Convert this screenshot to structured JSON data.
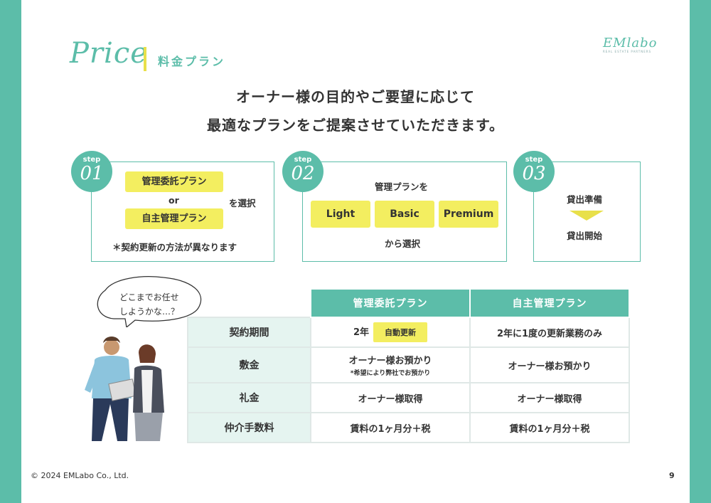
{
  "header": {
    "script_title": "Price",
    "title": "料金プラン",
    "logo": {
      "main": "EM",
      "italic": "labo",
      "sub": "REAL ESTATE PARTNERS"
    }
  },
  "headline": {
    "line1": "オーナー様の目的やご要望に応じて",
    "line2": "最適なプランをご提案させていただきます。"
  },
  "steps": [
    {
      "badge_word": "step",
      "badge_num": "01",
      "option1": "管理委託プラン",
      "or": "or",
      "option2": "自主管理プラン",
      "select": "を選択",
      "note": "＊契約更新の方法が異なります"
    },
    {
      "badge_word": "step",
      "badge_num": "02",
      "top": "管理プランを",
      "plans": [
        "Light",
        "Basic",
        "Premium"
      ],
      "bottom": "から選択"
    },
    {
      "badge_word": "step",
      "badge_num": "03",
      "top": "貸出準備",
      "bottom": "貸出開始"
    }
  ],
  "bubble": {
    "line1": "どこまでお任せ",
    "line2": "しようかな…？"
  },
  "table": {
    "headers": [
      "管理委託プラン",
      "自主管理プラン"
    ],
    "rows": [
      {
        "label": "契約期間",
        "c1": "2年",
        "c1_badge": "自動更新",
        "c2": "2年に1度の更新業務のみ"
      },
      {
        "label": "敷金",
        "c1": "オーナー様お預かり",
        "c1_note": "*希望により弊社でお預かり",
        "c2": "オーナー様お預かり"
      },
      {
        "label": "礼金",
        "c1": "オーナー様取得",
        "c2": "オーナー様取得"
      },
      {
        "label": "仲介手数料",
        "c1": "賃料の1ヶ月分＋税",
        "c2": "賃料の1ヶ月分＋税"
      }
    ]
  },
  "footer": {
    "copyright": "© 2024 EMLabo Co., Ltd.",
    "page": "9"
  },
  "colors": {
    "accent": "#5cbda9",
    "highlight": "#f3ee60",
    "row_header": "#e5f4f0"
  }
}
